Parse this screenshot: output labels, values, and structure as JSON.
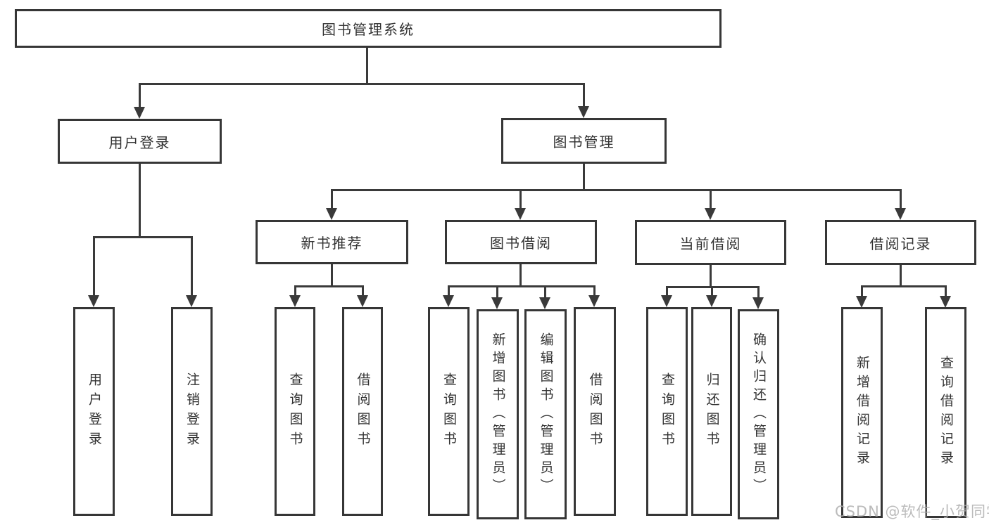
{
  "diagram_title": "图书管理系统",
  "nodes": {
    "root": "图书管理系统",
    "user_login": "用户登录",
    "book_mgmt": "图书管理",
    "new_books": "新书推荐",
    "book_borrow": "图书借阅",
    "current_borrow": "当前借阅",
    "borrow_records": "借阅记录",
    "leaf_user_login": "用户登录",
    "leaf_logout": "注销登录",
    "leaf_nb_query": "查询图书",
    "leaf_nb_borrow": "借阅图书",
    "leaf_bb_query": "查询图书",
    "leaf_bb_add": "新增图书（管理员）",
    "leaf_bb_edit": "编辑图书（管理员）",
    "leaf_bb_borrow": "借阅图书",
    "leaf_cb_query": "查询图书",
    "leaf_cb_return": "归还图书",
    "leaf_cb_confirm": "确认归还（管理员）",
    "leaf_rec_add": "新增借阅记录",
    "leaf_rec_query": "查询借阅记录"
  },
  "hierarchy": {
    "label": "图书管理系统",
    "children": [
      {
        "label": "用户登录",
        "children": [
          {
            "label": "用户登录"
          },
          {
            "label": "注销登录"
          }
        ]
      },
      {
        "label": "图书管理",
        "children": [
          {
            "label": "新书推荐",
            "children": [
              {
                "label": "查询图书"
              },
              {
                "label": "借阅图书"
              }
            ]
          },
          {
            "label": "图书借阅",
            "children": [
              {
                "label": "查询图书"
              },
              {
                "label": "新增图书（管理员）"
              },
              {
                "label": "编辑图书（管理员）"
              },
              {
                "label": "借阅图书"
              }
            ]
          },
          {
            "label": "当前借阅",
            "children": [
              {
                "label": "查询图书"
              },
              {
                "label": "归还图书"
              },
              {
                "label": "确认归还（管理员）"
              }
            ]
          },
          {
            "label": "借阅记录",
            "children": [
              {
                "label": "新增借阅记录"
              },
              {
                "label": "查询借阅记录"
              }
            ]
          }
        ]
      }
    ]
  },
  "watermark": "CSDN @软件_小贺同学",
  "colors": {
    "line": "#3a3a3a",
    "border": "#363636",
    "text": "#333333",
    "watermark": "#afafaf",
    "box_bg": "#ffffff"
  }
}
